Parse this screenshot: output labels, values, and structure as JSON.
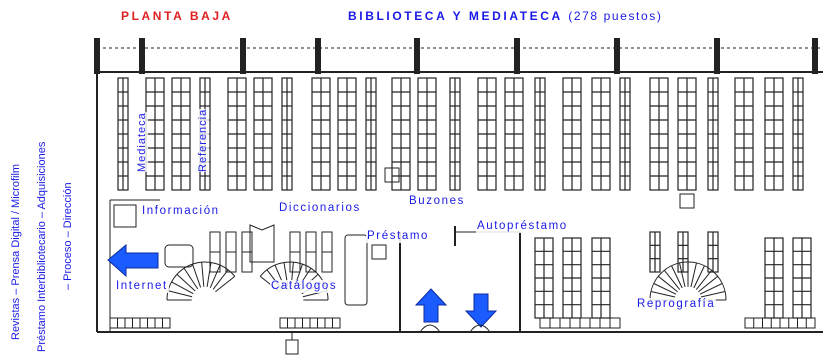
{
  "header": {
    "floor": "PLANTA BAJA",
    "library": "BIBLIOTECA Y MEDIATECA",
    "capacity": "(278 puestos)"
  },
  "side_labels": {
    "line1": "Revistas – Prensa Digital / Microfilm",
    "line2": "Préstamo Interbibliotecario – Adquisiciones",
    "line3": "– Proceso – Dirección"
  },
  "areas": {
    "mediateca": "Mediateca",
    "referencia": "Referencia",
    "informacion": "Información",
    "diccionarios": "Diccionarios",
    "buzones": "Buzones",
    "autoprestamo": "Autopréstamo",
    "prestamo": "Préstamo",
    "internet": "Internet",
    "catalogos": "Catálogos",
    "reprografia": "Reprografía"
  },
  "colors": {
    "floor_label": "#e02020",
    "accent": "#1a1ae6",
    "arrow": "#1a5cff",
    "plan_ink": "#222222"
  },
  "icons": [
    "arrow-left-icon",
    "arrow-up-icon",
    "arrow-down-icon"
  ]
}
